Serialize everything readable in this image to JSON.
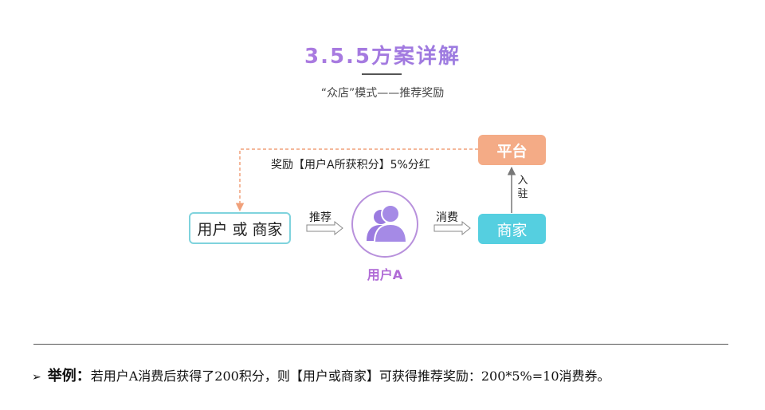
{
  "header": {
    "title": "3.5.5方案详解",
    "subtitle": "“众店”模式——推荐奖励"
  },
  "diagram": {
    "nodes": {
      "user_or_merchant": "用户 或 商家",
      "user_a": "用户A",
      "merchant": "商家",
      "platform": "平台"
    },
    "edges": {
      "recommend": "推荐",
      "consume": "消费",
      "settle": "入驻",
      "reward": "奖励【用户A所获积分】5%分红"
    },
    "icons": {
      "user_a": "users-icon"
    },
    "colors": {
      "platform": "#f4ab86",
      "merchant": "#55cfe0",
      "user_a": "#a07ae0",
      "user_or_merchant_border": "#7fd3dd"
    }
  },
  "example": {
    "bullet": "➢",
    "label": "举例：",
    "text": "若用户A消费后获得了200积分，则【用户或商家】可获得推荐奖励：200*5%=10消费券。"
  }
}
